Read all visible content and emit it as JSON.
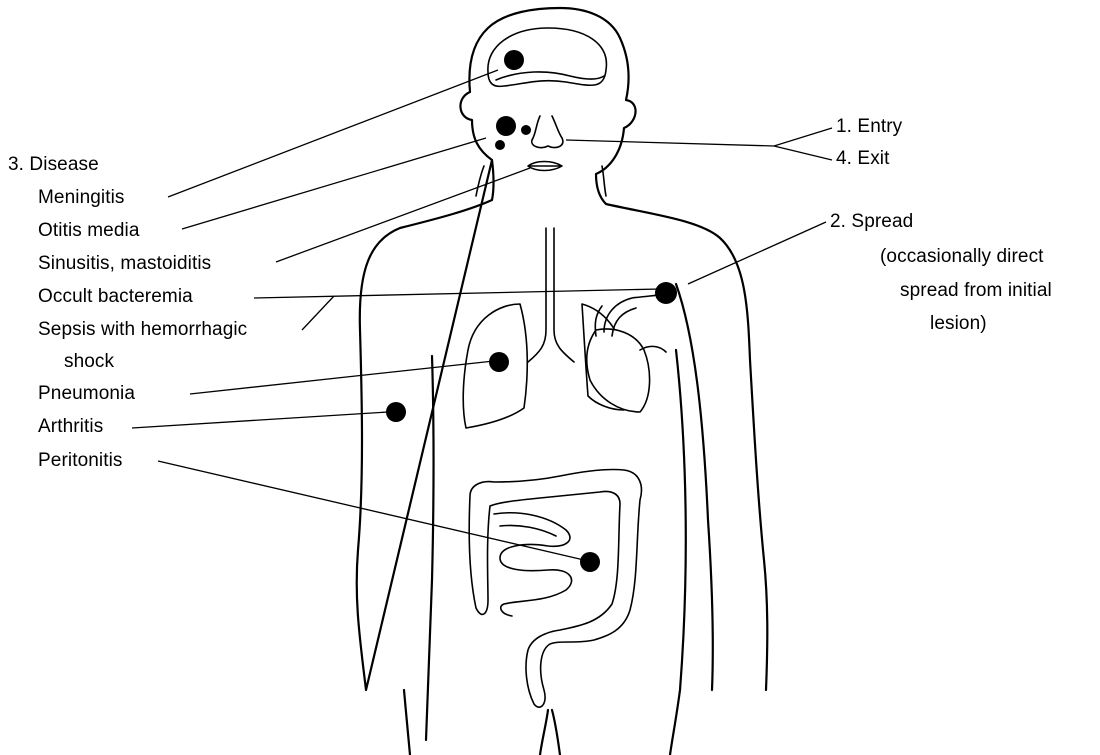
{
  "stages": {
    "entry": "1. Entry",
    "exit": "4. Exit",
    "spread": "2. Spread",
    "spread_note": [
      "(occasionally direct",
      "spread from initial",
      "lesion)"
    ],
    "disease": "3. Disease"
  },
  "diseases": [
    "Meningitis",
    "Otitis media",
    "Sinusitis, mastoiditis",
    "Occult bacteremia",
    "Sepsis with hemorrhagic",
    "shock",
    "Pneumonia",
    "Arthritis",
    "Peritonitis"
  ],
  "colors": {
    "ink": "#000000",
    "background": "#ffffff"
  }
}
